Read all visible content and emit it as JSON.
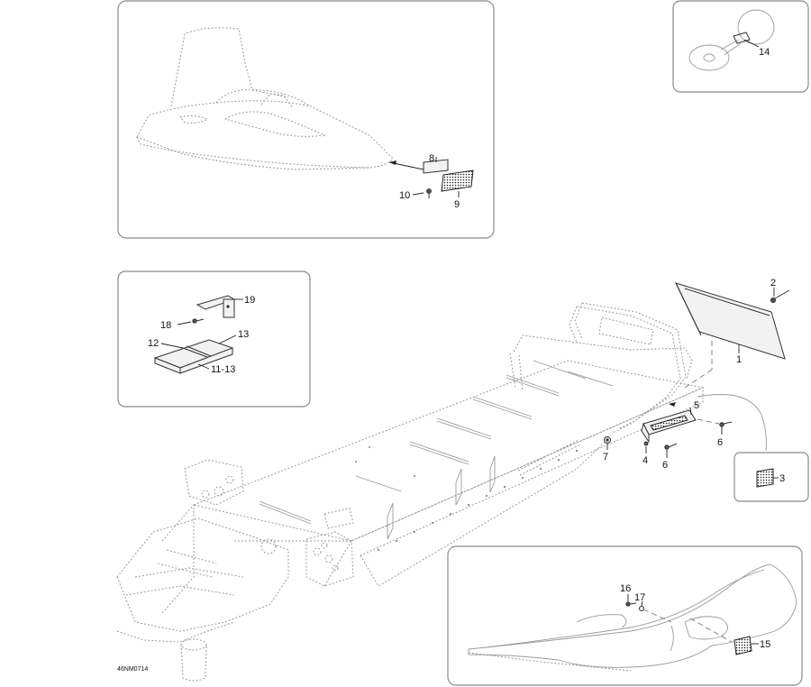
{
  "diagram_code": "46NM0714",
  "callouts": {
    "c1": "1",
    "c2": "2",
    "c3": "3",
    "c4": "4",
    "c5": "5",
    "c6a": "6",
    "c6b": "6",
    "c7": "7",
    "c8": "8",
    "c9": "9",
    "c10": "10",
    "c11": "11-13",
    "c12": "12",
    "c13": "13",
    "c14": "14",
    "c15": "15",
    "c16": "16",
    "c17": "17",
    "c18": "18",
    "c19": "19"
  }
}
